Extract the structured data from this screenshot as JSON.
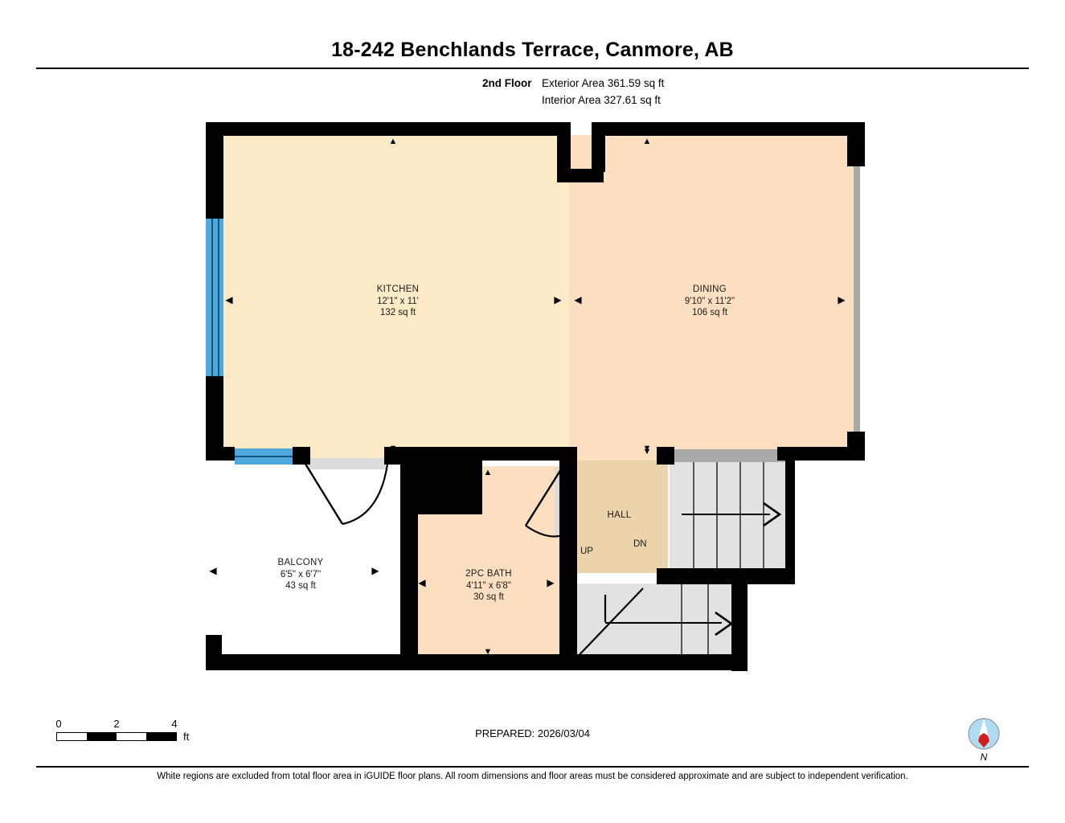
{
  "header": {
    "title": "18-242 Benchlands Terrace, Canmore, AB",
    "floor_name": "2nd Floor",
    "exterior_area": "Exterior Area 361.59 sq ft",
    "interior_area": "Interior Area 327.61 sq ft"
  },
  "rooms": [
    {
      "key": "kitchen",
      "name": "KITCHEN",
      "dimensions": "12'1\" x 11'",
      "area": "132 sq ft",
      "fill": "#FCEBC6"
    },
    {
      "key": "dining",
      "name": "DINING",
      "dimensions": "9'10\" x 11'2\"",
      "area": "106 sq ft",
      "fill": "#FBDFC0"
    },
    {
      "key": "balcony",
      "name": "BALCONY",
      "dimensions": "6'5\" x 6'7\"",
      "area": "43 sq ft",
      "fill": "#FFFFFF"
    },
    {
      "key": "bath",
      "name": "2PC BATH",
      "dimensions": "4'11\" x 6'8\"",
      "area": "30 sq ft",
      "fill": "#FBDFC0"
    },
    {
      "key": "hall",
      "name": "HALL",
      "dimensions": "",
      "area": "",
      "fill": "#EBD3AC"
    }
  ],
  "stairs": {
    "up_label": "UP",
    "dn_label": "DN"
  },
  "scale": {
    "tick_0": "0",
    "tick_1": "2",
    "tick_2": "4",
    "unit": "ft"
  },
  "footer": {
    "prepared": "PREPARED: 2026/03/04",
    "disclaimer": "White regions are excluded from total floor area in iGUIDE floor plans. All room dimensions and floor areas must be considered approximate and are subject to independent verification.",
    "compass_label": "N"
  },
  "colors": {
    "wall": "#000000",
    "window": "#4FA8DC",
    "stair": "#E2E2E2",
    "graywall": "#A9A9A9",
    "compass_disc": "#AFDCF2",
    "compass_needle": "#D41F1F"
  }
}
